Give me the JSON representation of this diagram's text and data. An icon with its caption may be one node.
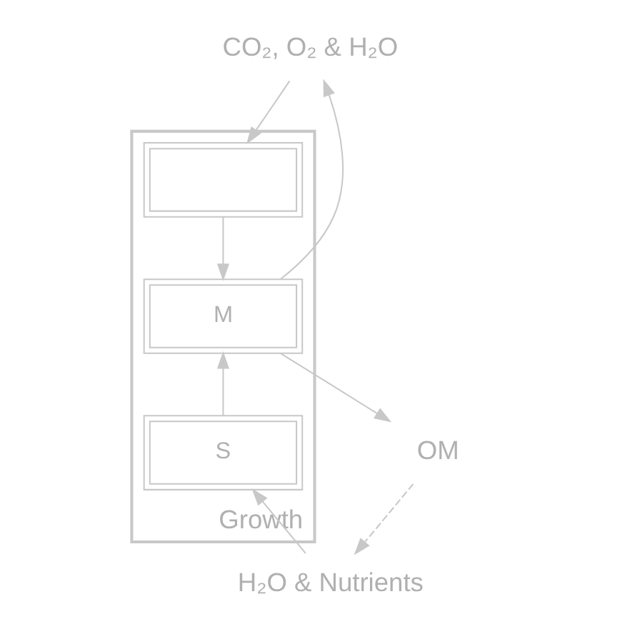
{
  "diagram": {
    "nodes": [
      {
        "text": [
          "Growth"
        ]
      },
      {
        "text": [],
        "shape": "box",
        "in": 0
      },
      {
        "text": [
          "M"
        ],
        "in": 0
      },
      {
        "text": [
          "S"
        ],
        "in": 0
      },
      {
        "text": [
          "CO₂, O₂ & H₂O"
        ]
      },
      {
        "text": [
          "OM"
        ]
      },
      {
        "text": [
          "H₂O & Nutrients"
        ]
      }
    ],
    "edges": [
      {
        "from": 4,
        "to": 1,
        "arrow": "to"
      },
      {
        "from": 1,
        "to": 2,
        "arrow": "to"
      },
      {
        "from": 3,
        "to": 2,
        "arrow": "to"
      },
      {
        "from": 2,
        "to": 4,
        "arrow": "to"
      },
      {
        "from": 2,
        "to": 5,
        "arrow": "to"
      },
      {
        "from": 5,
        "to": 6,
        "arrow": "to",
        "style": "dashed"
      },
      {
        "from": 6,
        "to": 3,
        "arrow": "to"
      }
    ]
  }
}
